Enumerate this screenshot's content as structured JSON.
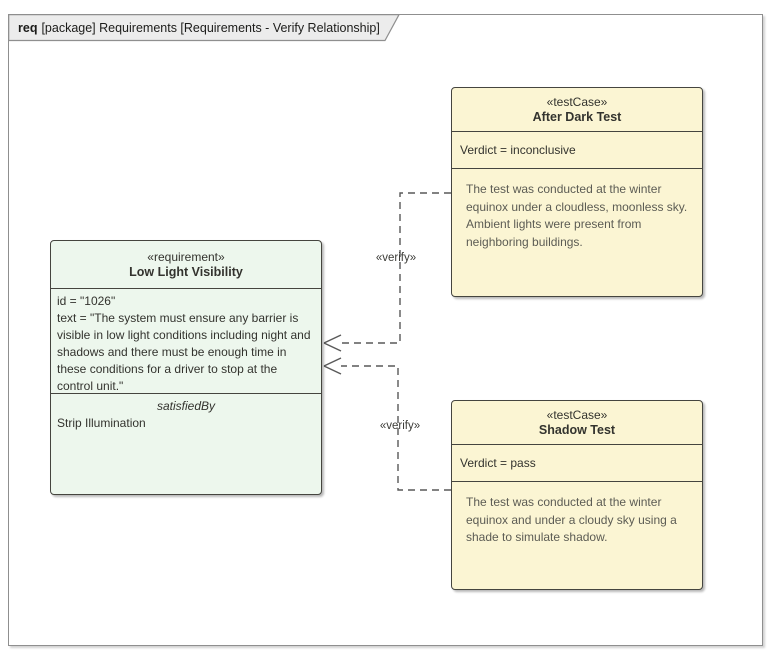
{
  "diagram_frame": {
    "keyword": "req",
    "title": "[package] Requirements [Requirements - Verify Relationship]"
  },
  "requirement_node": {
    "stereotype": "«requirement»",
    "name": "Low Light Visibility",
    "attributes": [
      "id = \"1026\"",
      "text = \"The system must ensure any barrier is visible in low light conditions including night and shadows and there must be enough time in these conditions for a driver to stop at the control unit.\""
    ],
    "relation_heading": "satisfiedBy",
    "relation_item": "Strip Illumination"
  },
  "testcase_nodes": [
    {
      "stereotype": "«testCase»",
      "name": "After Dark Test",
      "verdict": "Verdict = inconclusive",
      "note": "The test was conducted at the winter equinox under a cloudless, moonless sky. Ambient lights were present from neighboring buildings."
    },
    {
      "stereotype": "«testCase»",
      "name": "Shadow Test",
      "verdict": "Verdict = pass",
      "note": "The test was conducted at the winter equinox and under a cloudy sky using a shade to simulate shadow."
    }
  ],
  "connectors": [
    {
      "label": "«verify»",
      "type": "verify",
      "from": "After Dark Test",
      "to": "Low Light Visibility"
    },
    {
      "label": "«verify»",
      "type": "verify",
      "from": "Shadow Test",
      "to": "Low Light Visibility"
    }
  ],
  "colors": {
    "requirement_fill": "#edf7ed",
    "testcase_fill": "#fbf5d3",
    "node_border": "#45453f",
    "frame_border": "#8f8f8f",
    "tab_fill": "#ececec",
    "connector": "#595959",
    "note_text": "#5c5c54",
    "text": "#33332e"
  }
}
